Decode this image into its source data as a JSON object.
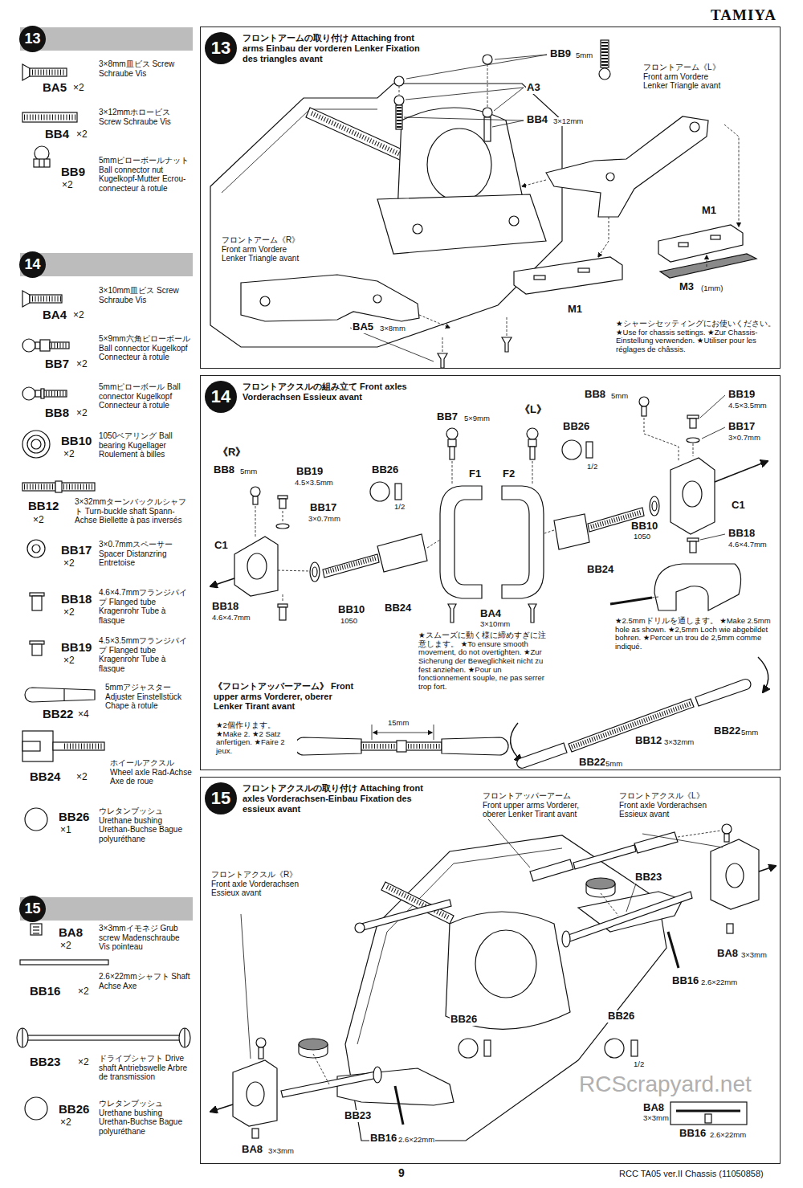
{
  "diagram": {
    "nodes": [
      {
        "text": [
          "13"
        ]
      },
      {
        "text": [
          "14"
        ]
      },
      {
        "text": [
          "15"
        ]
      },
      {
        "text": [
          "フロントアームの取り付け Attaching front arms Einbau der vorderen Lenker Fixation des triangles avant"
        ]
      },
      {
        "text": [
          "13"
        ],
        "in": 3
      },
      {
        "text": [
          "フロントアクスルの組み立て Front axles Vorderachsen Essieux avant"
        ]
      },
      {
        "text": [
          "14"
        ],
        "in": 5
      },
      {
        "text": [
          "フロントアクスルの取り付け Attaching front axles Vorderachsen-Einbau Fixation des essieux avant"
        ]
      },
      {
        "text": [
          "15"
        ],
        "in": 7
      }
    ],
    "labels": [
      "TAMIYA",
      "3×8mm皿ビス Screw Schraube Vis",
      "BA5",
      "×2",
      "3×12mmホロービス Screw Schraube Vis",
      "BB4",
      "×2",
      "5mmピローボールナット Ball connector nut Kugelkopf-Mutter Ecrou-connecteur à rotule",
      "BB9",
      "×2",
      "3×10mm皿ビス Screw Schraube Vis",
      "BA4",
      "×2",
      "5×9mm六角ピローボール Ball connector Kugelkopf Connecteur à rotule",
      "BB7",
      "×2",
      "5mmピローボール Ball connector Kugelkopf Connecteur à rotule",
      "BB8",
      "×2",
      "1050ベアリング Ball bearing Kugellager Roulement à billes",
      "BB10",
      "×2",
      "3×32mmターンバックルシャフト Turn-buckle shaft Spann-Achse Biellette à pas inversés",
      "BB12",
      "×2",
      "3×0.7mmスペーサー Spacer Distanzring Entretoise",
      "BB17",
      "×2",
      "4.6×4.7mmフランジパイプ Flanged tube Kragenrohr Tube à flasque",
      "BB18",
      "×2",
      "4.5×3.5mmフランジパイプ Flanged tube Kragenrohr Tube à flasque",
      "BB19",
      "×2",
      "5mmアジャスター Adjuster Einstellstück Chape à rotule",
      "BB22",
      "×4",
      "ホイールアクスル Wheel axle Rad-Achse Axe de roue",
      "BB24",
      "×2",
      "ウレタンブッシュ Urethane bushing Urethan-Buchse Bague polyuréthane",
      "BB26",
      "×1",
      "3×3mmイモネジ Grub screw Madenschraube Vis pointeau",
      "BA8",
      "×2",
      "2.6×22mmシャフト Shaft Achse Axe",
      "BB16",
      "×2",
      "ドライブシャフト Drive shaft Antriebswelle Arbre de transmission",
      "BB23",
      "×2",
      "ウレタンブッシュ Urethane bushing Urethan-Buchse Bague polyuréthane",
      "BB26",
      "×2",
      "BB9",
      "5mm",
      "A3",
      "BB4",
      "3×12mm",
      "フロントアーム《L》 Front arm Vordere Lenker Triangle avant",
      "M1",
      "M3",
      "(1mm)",
      "フロントアーム《R》 Front arm Vordere Lenker Triangle avant",
      "M1",
      "BA5",
      "3×8mm",
      "★シャーシセッティングにお使いください。 ★Use for chassis settings. ★Zur Chassis-Einstellung verwenden. ★Utiliser pour les réglages de châssis.",
      "BB8",
      "5mm",
      "BB19",
      "4.5×3.5mm",
      "BB7",
      "5×9mm",
      "《L》",
      "BB26",
      "BB17",
      "3×0.7mm",
      "1/2",
      "《R》",
      "BB8",
      "5mm",
      "BB19",
      "4.5×3.5mm",
      "BB26",
      "F1",
      "F2",
      "BB17",
      "3×0.7mm",
      "1/2",
      "C1",
      "C1",
      "BB10",
      "1050",
      "BB18",
      "4.6×4.7mm",
      "BB24",
      "BB24",
      "BB18",
      "4.6×4.7mm",
      "BB10",
      "1050",
      "BA4",
      "3×10mm",
      "★スムーズに動く様に締めすぎに注意します。 ★To ensure smooth movement, do not overtighten. ★Zur Sicherung der Beweglichkeit nicht zu fest anziehen. ★Pour un fonctionnement souple, ne pas serrer trop fort.",
      "★2.5mmドリルを通します。 ★Make 2.5mm hole as shown. ★2,5mm Loch wie abgebildet bohren. ★Percer un trou de 2,5mm comme indiqué.",
      "《フロントアッパーアーム》 Front upper arms Vorderer, oberer Lenker Tirant avant",
      "★2個作ります。 ★Make 2. ★2 Satz anfertigen. ★Faire 2 jeux.",
      "15mm",
      "BB22",
      "5mm",
      "BB12",
      "3×32mm",
      "BB22",
      "5mm",
      "フロントアッパーアーム Front upper arms Vorderer, oberer Lenker Tirant avant",
      "フロントアクスル《L》 Front axle Vorderachsen Essieux avant",
      "フロントアクスル《R》 Front axle Vorderachsen Essieux avant",
      "BB23",
      "BA8",
      "3×3mm",
      "BB16",
      "2.6×22mm",
      "BB26",
      "1/2",
      "BB26",
      "BB23",
      "BB16",
      "2.6×22mm",
      "BA8",
      "3×3mm",
      "BB16",
      "2.6×22mm",
      "BA8",
      "3×3mm",
      "9",
      "RCC TA05 ver.II Chassis (11050858)",
      "RCScrapyard.net"
    ]
  }
}
